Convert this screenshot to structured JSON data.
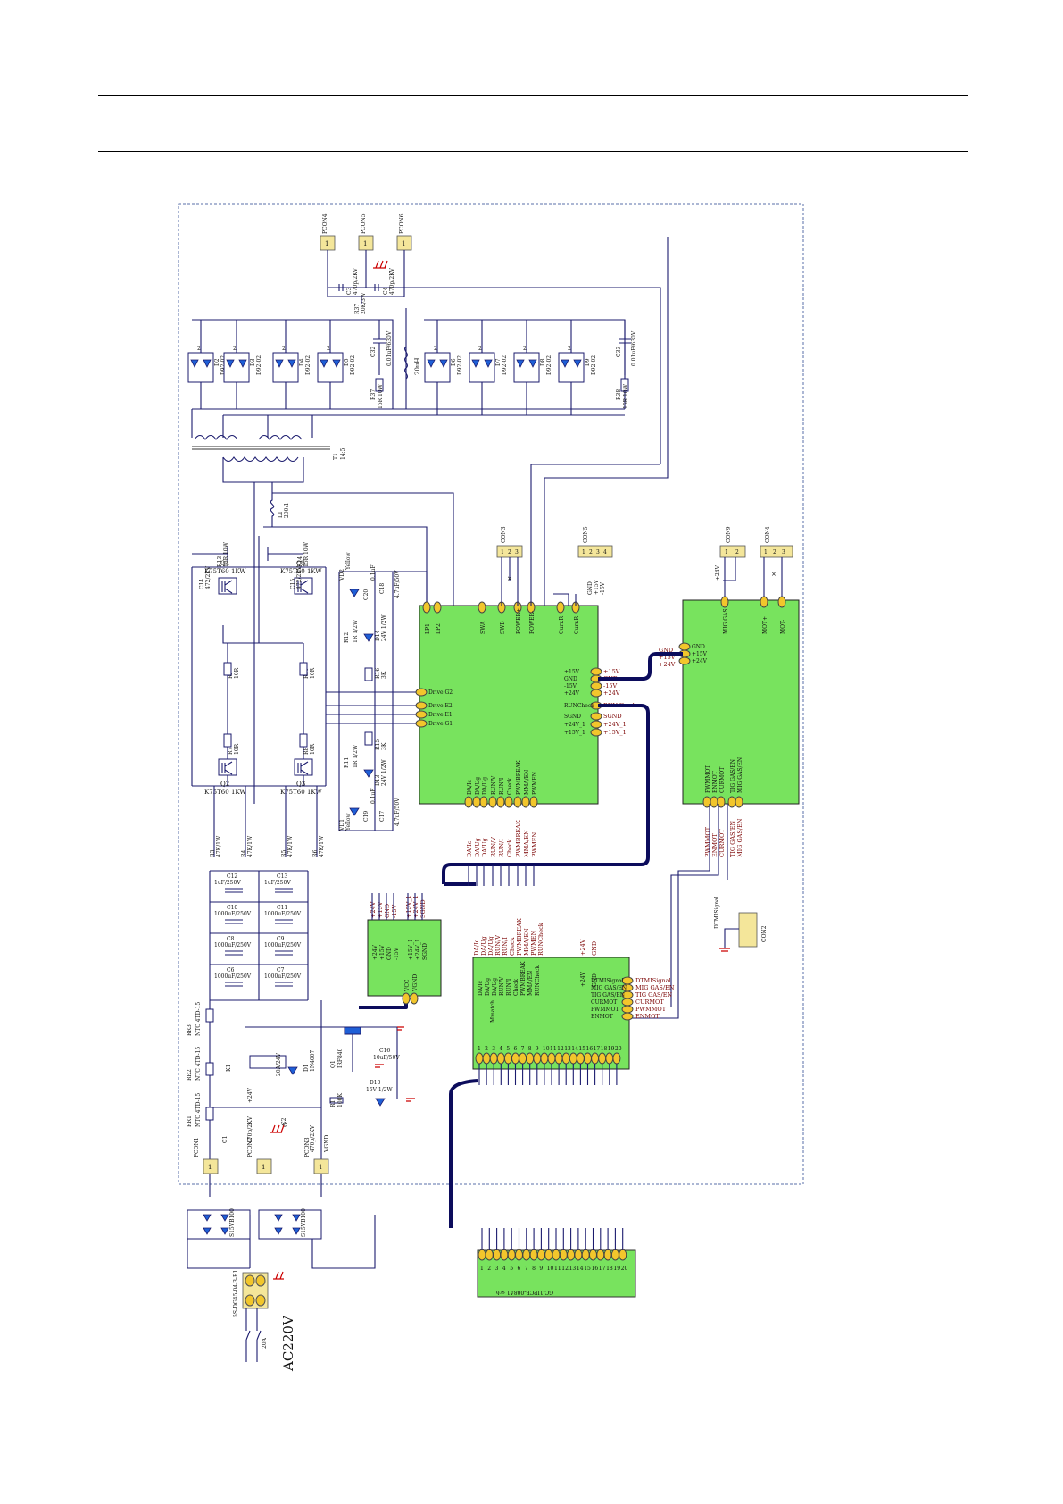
{
  "page": {},
  "schematic": {
    "connectors": {
      "pcon4": "PCON4",
      "pcon5": "PCON5",
      "pcon6": "PCON6",
      "pcon1": "PCON1",
      "pcon2": "PCON2",
      "pcon3": "PCON3",
      "con3": "CON3",
      "con5": "CON5",
      "con9": "CON9",
      "con4": "CON4",
      "con2": "CON2",
      "pin1": "1",
      "pins123": [
        "1",
        "2",
        "3"
      ],
      "pins1234": [
        "1",
        "2",
        "3",
        "4"
      ],
      "pins12": [
        "1",
        "2"
      ]
    },
    "top_caps": [
      {
        "ref": "C3",
        "value": "470p/2KV"
      },
      {
        "ref": "C4",
        "value": "470p/2KV"
      }
    ],
    "r37": {
      "ref": "R37",
      "value": "20K/3W"
    },
    "diodes_left": [
      {
        "ref": "D2",
        "value": "D92-02"
      },
      {
        "ref": "D3",
        "value": "D92-02"
      },
      {
        "ref": "D4",
        "value": "D92-02"
      },
      {
        "ref": "D5",
        "value": "D92-02"
      }
    ],
    "diodes_right": [
      {
        "ref": "D6",
        "value": "D92-02"
      },
      {
        "ref": "D7",
        "value": "D92-02"
      },
      {
        "ref": "D8",
        "value": "D92-02"
      },
      {
        "ref": "D9",
        "value": "D92-02"
      }
    ],
    "snubber_left": {
      "cap": "C32",
      "cap_value": "0.01uF/630V",
      "res": "R37",
      "res_value": "15R 10W"
    },
    "snubber_right": {
      "cap": "C33",
      "cap_value": "0.01uF/630V",
      "res": "R38",
      "res_value": "15R 10W"
    },
    "inductor_out": "20uH",
    "transformer": {
      "ref": "T1",
      "ratio": "14:5"
    },
    "inductor_l1": {
      "ref": "L1",
      "value": "200:1"
    },
    "igbts": [
      {
        "ref": "Q4",
        "part": "K75T60 1KW"
      },
      {
        "ref": "Q5",
        "part": "K75T60 1KW"
      },
      {
        "ref": "Q2",
        "part": "K75T60 1KW"
      },
      {
        "ref": "Q3",
        "part": "K75T60 1KW"
      }
    ],
    "gate_parts": [
      {
        "ref": "R13",
        "value": "15R 10W"
      },
      {
        "ref": "R14",
        "value": "15R 10W"
      },
      {
        "ref": "C14",
        "value": "472/2KV"
      },
      {
        "ref": "C15",
        "value": "472/2KV"
      },
      {
        "ref": "R9",
        "value": "10R"
      },
      {
        "ref": "R10",
        "value": "10R"
      },
      {
        "ref": "R7",
        "value": "10R"
      },
      {
        "ref": "R8",
        "value": "10R"
      },
      {
        "ref": "R12",
        "value": "1R 1/2W"
      },
      {
        "ref": "R11",
        "value": "1R 1/2W"
      },
      {
        "ref": "R16",
        "value": "3K"
      },
      {
        "ref": "R15",
        "value": "3K"
      },
      {
        "ref": "D14",
        "value": "24V 1/2W"
      },
      {
        "ref": "D13",
        "value": "24V 1/2W"
      },
      {
        "ref": "C20",
        "value": "0.1uF"
      },
      {
        "ref": "C18",
        "value": "4.7uF/50V"
      },
      {
        "ref": "C19",
        "value": "0.1uF"
      },
      {
        "ref": "C17",
        "value": "4.7uF/50V"
      },
      {
        "ref": "VD2",
        "value": "Yellow"
      },
      {
        "ref": "VD1",
        "value": "Yellow"
      }
    ],
    "bottom_res": [
      {
        "ref": "R3",
        "value": "47K/1W"
      },
      {
        "ref": "R4",
        "value": "47K/1W"
      },
      {
        "ref": "R5",
        "value": "47K/1W"
      },
      {
        "ref": "R6",
        "value": "47K/1W"
      }
    ],
    "bulk_caps": [
      {
        "ref": "C12",
        "value": "1uF/250V"
      },
      {
        "ref": "C13",
        "value": "1uF/250V"
      },
      {
        "ref": "C10",
        "value": "1000uF/250V"
      },
      {
        "ref": "C11",
        "value": "1000uF/250V"
      },
      {
        "ref": "C8",
        "value": "1000uF/250V"
      },
      {
        "ref": "C9",
        "value": "1000uF/250V"
      },
      {
        "ref": "C6",
        "value": "1000uF/250V"
      },
      {
        "ref": "C7",
        "value": "1000uF/250V"
      }
    ],
    "input_parts": [
      {
        "ref": "RR3",
        "value": "NTC 4TD-15"
      },
      {
        "ref": "RR2",
        "value": "NTC 4TD-15"
      },
      {
        "ref": "RR1",
        "value": "NTC 4TD-15"
      },
      {
        "ref": "K1",
        "value": ""
      },
      {
        "ref": "D1",
        "value": "1N4007"
      },
      {
        "ref": "Q1",
        "value": "IRF840"
      },
      {
        "ref": "C16",
        "value": "10uF/50V"
      },
      {
        "ref": "D10",
        "value": "15V 1/2W"
      },
      {
        "ref": "R1",
        "value": "100K"
      },
      {
        "ref": "C1",
        "value": "470p/2KV"
      },
      {
        "ref": "C2",
        "value": "470p/2KV"
      },
      {
        "ref": "V24",
        "value": "+24V"
      },
      {
        "ref": "relay",
        "value": "20A/24V"
      }
    ],
    "bridges": [
      "S15VB100",
      "S15VB100"
    ],
    "mains": {
      "terminal": "5S-DG45-04-3-R1",
      "switch": "20A",
      "label": "AC220V"
    },
    "sym": {
      "ohm": "Ω",
      "gnd": "GND",
      "vgnd": "VGND",
      "v24": "+24V"
    },
    "block_main": {
      "top_pins": [
        "LP1",
        "LP2",
        "SWA",
        "SWB",
        "POWER+",
        "POWER-",
        "Curr.R",
        "Curr.R"
      ],
      "left_pins": [
        "Drive G2",
        "Drive E2",
        "Drive E1",
        "Drive G1"
      ],
      "right_pins": [
        "+15V",
        "GND",
        "-15V",
        "+24V",
        "RUNCheck",
        "SGND",
        "+24V_1",
        "+15V_1"
      ],
      "right_out": [
        "+15V",
        "GND",
        "-15V",
        "+24V",
        "RUNCheck",
        "SGND",
        "+24V_1",
        "+15V_1"
      ],
      "bottom_pins": [
        "DA/Ic",
        "DA/Ug",
        "DA/Ug",
        "RUN/V",
        "RUN/I",
        "Check",
        "PWMBREAK",
        "MMA/EN",
        "PWMEN"
      ],
      "bottom_out": [
        "DA/Ic",
        "DA/Ug",
        "DA/Ug",
        "RUN/V",
        "RUN/I",
        "Check",
        "PWMBREAK",
        "MMA/EN",
        "PWMEN"
      ]
    },
    "block_right": {
      "top_pins": [
        "MIG GAS",
        "MOT+",
        "MOT-"
      ],
      "con5_out": [
        "GND",
        "+15V",
        "-15V"
      ],
      "v24": "+24V",
      "left_pins": [
        "GND",
        "+15V",
        "+24V"
      ],
      "left_out": [
        "GND",
        "+15V",
        "+24V"
      ],
      "bottom_pins": [
        "PWMMOT",
        "ENMOT",
        "CURMOT",
        "TIG GAS/EN",
        "MIG GAS/EN"
      ],
      "bottom_out": [
        "PWMMOT",
        "ENMOT",
        "CURMOT",
        "TIG GAS/EN",
        "MIG GAS/EN"
      ]
    },
    "block_pwr": {
      "top_labels": [
        "+24V",
        "+15V",
        "GND",
        "-15V",
        "+15V_1",
        "+24V_1",
        "SGND"
      ],
      "inner": [
        "+24V",
        "+15V",
        "GND",
        "-15V",
        "+15V_1",
        "+24V_1",
        "SGND"
      ],
      "bottom_pins": [
        "VCC",
        "VGND"
      ]
    },
    "block_ctrl": {
      "name": "Mmatch",
      "top_labels": [
        "DA/Ic",
        "DA/Ug",
        "DA/Ug",
        "RUN/V",
        "RUN/I",
        "Check",
        "PWMBREAK",
        "MMA/EN",
        "PWMEN",
        "RUNCheck",
        "+24V",
        "GND"
      ],
      "inner_left": [
        "DA/Ic",
        "DA/Ug",
        "DA/Ug",
        "RUN/V",
        "RUN/I",
        "Check",
        "PWMBREAK",
        "MMA/EN",
        "RUNCheck"
      ],
      "inner_right": [
        "+24V",
        "GND"
      ],
      "right_pins": [
        "DTMISignal",
        "MIG GAS/EN",
        "TIG GAS/EN",
        "CURMOT",
        "PWMMOT",
        "ENMOT"
      ],
      "right_out": [
        "DTMISignal",
        "MIG GAS/EN",
        "TIG GAS/EN",
        "CURMOT",
        "PWMMOT",
        "ENMOT"
      ],
      "pin_numbers": [
        "1",
        "2",
        "3",
        "4",
        "5",
        "6",
        "7",
        "8",
        "9",
        "10",
        "11",
        "12",
        "13",
        "14",
        "15",
        "16",
        "17",
        "18",
        "19",
        "20"
      ]
    },
    "con2_signal": "DTMISignal",
    "connector_bottom": {
      "label": "GC-1IPCB-008A1.sch",
      "pins": [
        "1",
        "2",
        "3",
        "4",
        "5",
        "6",
        "7",
        "8",
        "9",
        "10",
        "11",
        "12",
        "13",
        "14",
        "15",
        "16",
        "17",
        "18",
        "19",
        "20"
      ]
    }
  }
}
